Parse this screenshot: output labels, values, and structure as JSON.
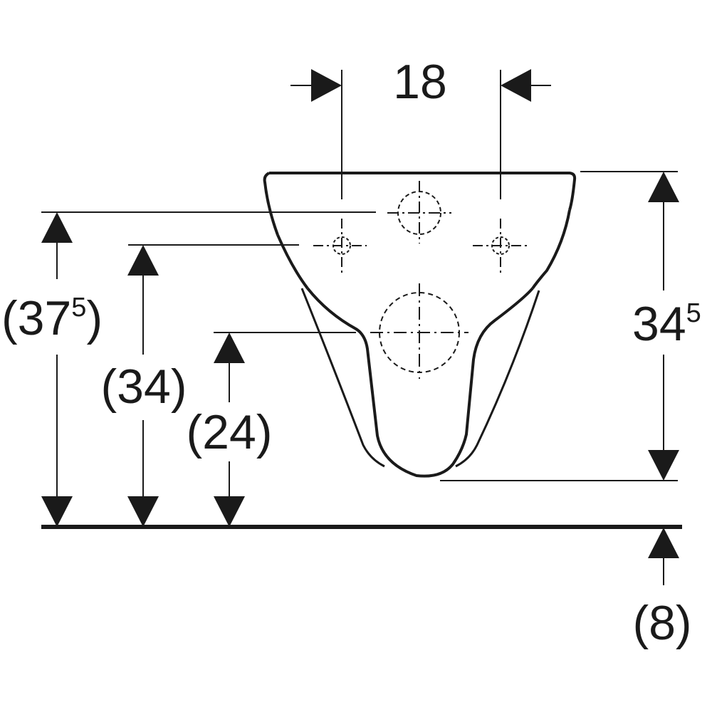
{
  "dimensions": {
    "hole_spacing": {
      "text": "18"
    },
    "bowl_height": {
      "main": "34",
      "sup": "5"
    },
    "top_from_floor": {
      "open": "(",
      "main": "37",
      "sup": "5",
      "close": ")"
    },
    "fixing_from_floor": {
      "text": "(34)"
    },
    "waste_from_floor": {
      "text": "(24)"
    },
    "below_floor": {
      "text": "(8)"
    }
  },
  "colors": {
    "line": "#1a1a1a",
    "background": "#ffffff"
  }
}
